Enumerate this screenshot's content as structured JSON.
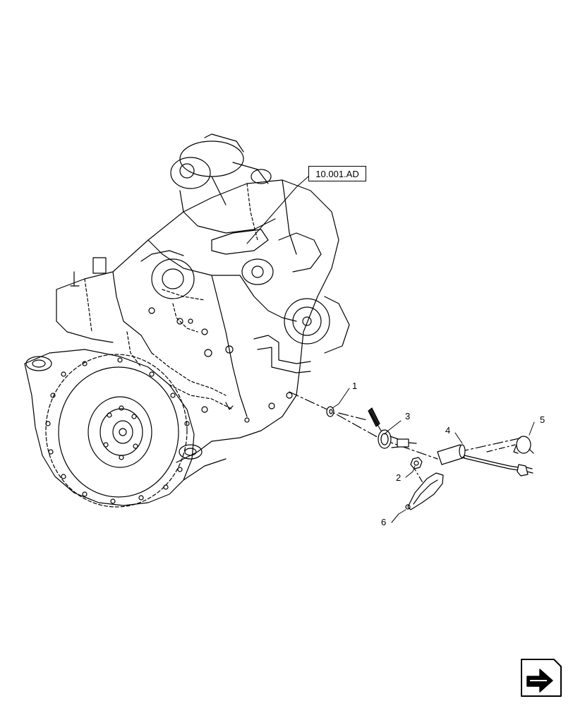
{
  "diagram": {
    "reference": "10.001.AD",
    "callouts": [
      "1",
      "2",
      "3",
      "4",
      "5",
      "6"
    ]
  },
  "icons": {
    "nav": "next-page-arrow-icon"
  },
  "colors": {
    "line": "#000000",
    "background": "#ffffff"
  }
}
